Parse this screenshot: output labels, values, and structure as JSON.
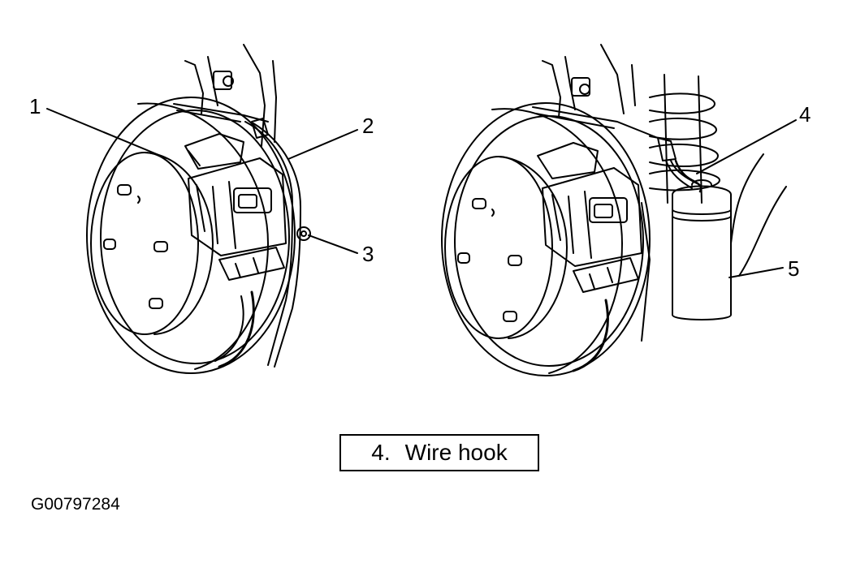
{
  "callouts": [
    {
      "id": "1",
      "label": "1"
    },
    {
      "id": "2",
      "label": "2"
    },
    {
      "id": "3",
      "label": "3"
    },
    {
      "id": "4",
      "label": "4"
    },
    {
      "id": "5",
      "label": "5"
    }
  ],
  "legend": {
    "number": "4.",
    "text": "Wire hook"
  },
  "figure_id": "G00797284",
  "colors": {
    "line": "#000000",
    "background": "#ffffff"
  }
}
